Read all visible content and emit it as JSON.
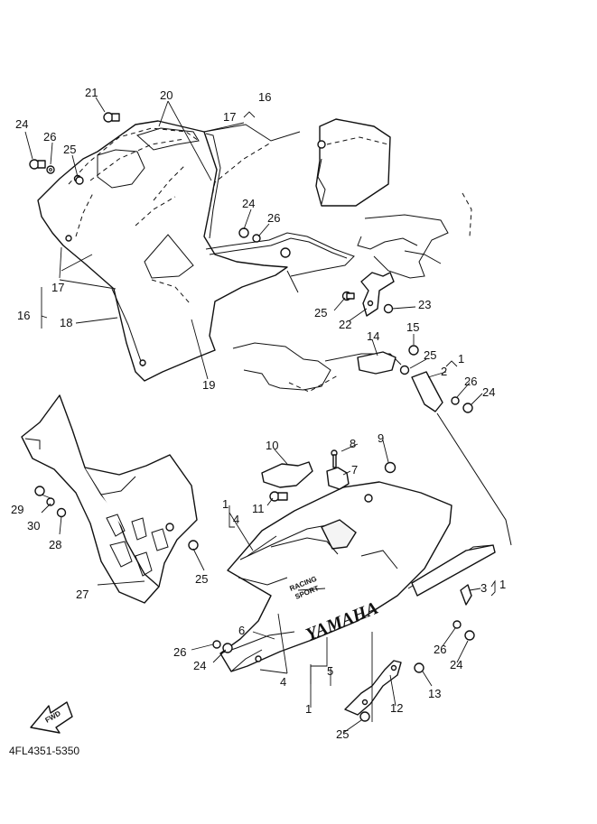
{
  "diagram_code": "4FL4351-5350",
  "fwd_label": "FWD",
  "decal": {
    "brand": "YAMAHA",
    "line1": "RACING",
    "line2": "SPORT"
  },
  "labels": {
    "p1": "1",
    "p1b": "1",
    "p1c": "1",
    "p1d": "1",
    "p2": "2",
    "p3": "3",
    "p4": "4",
    "p4b": "4",
    "p5": "5",
    "p6": "6",
    "p7": "7",
    "p8": "8",
    "p9": "9",
    "p10": "10",
    "p11": "11",
    "p12": "12",
    "p13": "13",
    "p14": "14",
    "p15": "15",
    "p16": "16",
    "p16b": "16",
    "p17": "17",
    "p17b": "17",
    "p18": "18",
    "p19": "19",
    "p20": "20",
    "p21": "21",
    "p22": "22",
    "p23": "23",
    "p24a": "24",
    "p24b": "24",
    "p24c": "24",
    "p24d": "24",
    "p24e": "24",
    "p25a": "25",
    "p25b": "25",
    "p25c": "25",
    "p25d": "25",
    "p25e": "25",
    "p26a": "26",
    "p26b": "26",
    "p26c": "26",
    "p26d": "26",
    "p26e": "26",
    "p27": "27",
    "p28": "28",
    "p29": "29",
    "p30": "30"
  }
}
